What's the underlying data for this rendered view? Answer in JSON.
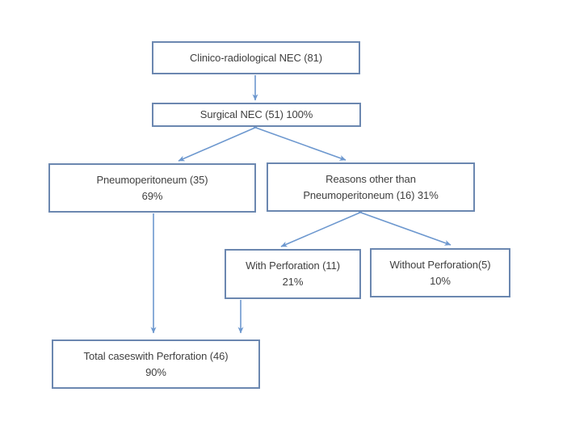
{
  "flowchart": {
    "description": "NEC surgical outcomes flowchart",
    "colors": {
      "box_border": "#6b87b0",
      "arrow": "#6d98cf",
      "text": "#3f3f3f",
      "background": "#ffffff"
    },
    "nodes": [
      {
        "id": "clinico-radiological-nec",
        "lines": [
          "Clinico-radiological NEC (81)"
        ]
      },
      {
        "id": "surgical-nec",
        "lines": [
          "Surgical NEC (51) 100%"
        ]
      },
      {
        "id": "pneumoperitoneum",
        "lines": [
          "Pneumoperitoneum (35)",
          "69%"
        ]
      },
      {
        "id": "reasons-other",
        "lines": [
          "Reasons other than",
          "Pneumoperitoneum (16) 31%"
        ]
      },
      {
        "id": "with-perforation",
        "lines": [
          "With Perforation (11)",
          "21%"
        ]
      },
      {
        "id": "without-perforation",
        "lines": [
          "Without Perforation(5)",
          "10%"
        ]
      },
      {
        "id": "total-perforation",
        "lines": [
          "Total caseswith Perforation (46)",
          "90%"
        ]
      }
    ]
  }
}
